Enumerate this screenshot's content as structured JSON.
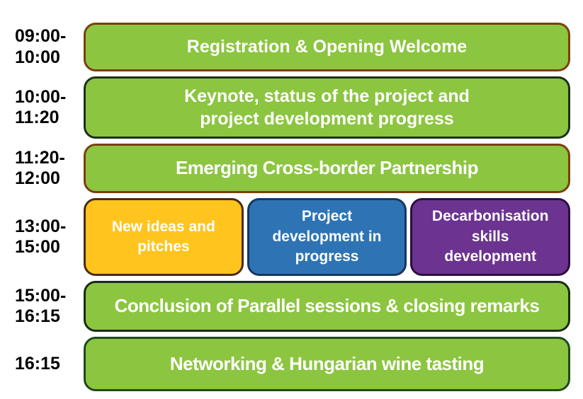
{
  "page": {
    "background": "#ffffff",
    "text_color_blocks": "#FFFFFF",
    "text_color_times": "#000000"
  },
  "schedule": {
    "rows": [
      {
        "time": "09:00-\n10:00",
        "sessions": [
          {
            "label": "Registration & Opening Welcome",
            "fill": "#8CC540",
            "border": "#7B3F10"
          }
        ]
      },
      {
        "time": "10:00-\n11:20",
        "sessions": [
          {
            "label": "Keynote, status of the project and\nproject development progress",
            "fill": "#8CC540",
            "border": "#1C301C"
          }
        ]
      },
      {
        "time": "11:20-\n12:00",
        "sessions": [
          {
            "label": "Emerging Cross-border Partnership",
            "fill": "#8CC540",
            "border": "#7B3F10"
          }
        ]
      },
      {
        "time": "13:00-\n15:00",
        "sessions": [
          {
            "label": "New ideas and\npitches",
            "fill": "#FFC41D",
            "border": "#4A2C0E"
          },
          {
            "label": "Project\ndevelopment in\nprogress",
            "fill": "#2E74B5",
            "border": "#17375E"
          },
          {
            "label": "Decarbonisation\nskills\ndevelopment",
            "fill": "#6C3390",
            "border": "#2E0E3F"
          }
        ]
      },
      {
        "time": "15:00-\n16:15",
        "sessions": [
          {
            "label": "Conclusion of Parallel sessions & closing remarks",
            "fill": "#8CC540",
            "border": "#1A2B10"
          }
        ]
      },
      {
        "time": "16:15",
        "sessions": [
          {
            "label": "Networking & Hungarian wine tasting",
            "fill": "#8CC540",
            "border": "#1F4A1C"
          }
        ]
      }
    ]
  }
}
